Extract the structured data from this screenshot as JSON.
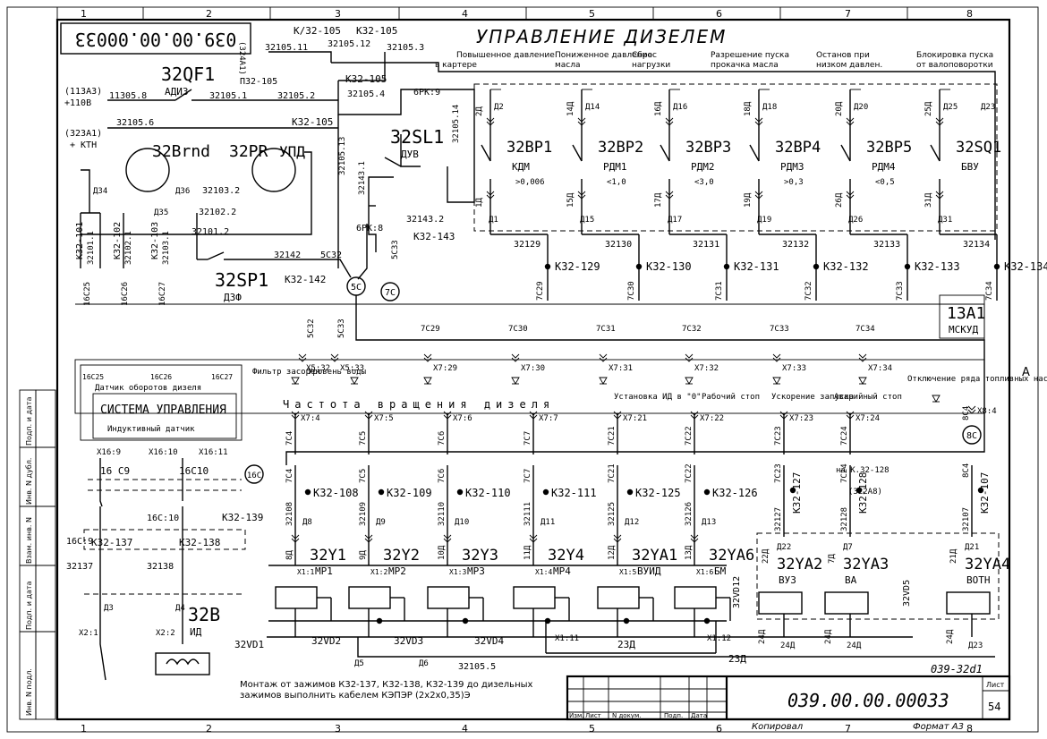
{
  "sheet": {
    "title": "УПРАВЛЕНИЕ ДИЗЕЛЕМ",
    "doc_code_stamp": "039.00.00.00033",
    "doc_code": "039.00.00.00033",
    "drawing_no": "039-32d1",
    "sheet_label": "Лист",
    "sheet_no": "54",
    "copied": "Копировал",
    "format": "Формат А3",
    "title_cols": [
      "Изм.",
      "Лист",
      "N докум.",
      "Подп.",
      "Дата"
    ],
    "zone_numbers": [
      "1",
      "2",
      "3",
      "4",
      "5",
      "6",
      "7",
      "8"
    ],
    "edge_letter": "A",
    "side_stamp": [
      "Подп. и дата",
      "Инв. N дубл.",
      "Взам. инв. N",
      "Подп. и дата",
      "Инв. N подл."
    ],
    "note": "Монтаж от зажимов К32-137, К32-138, К32-139 до дизельных зажимов выполнить кабелем КЭПЭР (2х2х0,35)Э"
  },
  "headers": [
    "Повышенное давление в картере",
    "Пониженное давление масла",
    "Сброс нагрузки",
    "Разрешение пуска прокачка масла",
    "Останов при низком давлен.",
    "Блокировка пуска от валоповоротки"
  ],
  "left_labels": {
    "in1": "(113А3)",
    "in2": "+110В",
    "in3": "(323А1)",
    "in4": "+ КТН",
    "top_ref": "(324А1)"
  },
  "components": {
    "qf1": {
      "name": "32QF1",
      "label": "АДИЗ"
    },
    "brnd": {
      "name": "32Brnd"
    },
    "pr": {
      "name": "32PR",
      "label": "УПД"
    },
    "sl1": {
      "name": "32SL1",
      "label": "ДУВ"
    },
    "sp1": {
      "name": "32SP1",
      "label": "ДЗФ"
    },
    "b": {
      "name": "32B",
      "label": "ИД"
    },
    "a1": {
      "name": "13А1",
      "label": "МСКУД"
    }
  },
  "sensors": [
    {
      "name": "32BP1",
      "label": "КДМ",
      "set": ">0,006",
      "wire": "32129",
      "terminal": "К32-129",
      "out": "7С29",
      "top": "2Д",
      "bot": "1Д",
      "d1": "Д2",
      "d2": "Д1"
    },
    {
      "name": "32BP2",
      "label": "РДМ1",
      "set": "<1,0",
      "wire": "32130",
      "terminal": "К32-130",
      "out": "7С30",
      "top": "14Д",
      "bot": "15Д",
      "d1": "Д14",
      "d2": "Д15"
    },
    {
      "name": "32BP3",
      "label": "РДМ2",
      "set": "<3,0",
      "wire": "32131",
      "terminal": "К32-131",
      "out": "7С31",
      "top": "16Д",
      "bot": "17Д",
      "d1": "Д16",
      "d2": "Д17"
    },
    {
      "name": "32BP4",
      "label": "РДМ3",
      "set": ">0,3",
      "wire": "32132",
      "terminal": "К32-132",
      "out": "7С32",
      "top": "18Д",
      "bot": "19Д",
      "d1": "Д18",
      "d2": "Д19"
    },
    {
      "name": "32BP5",
      "label": "РДМ4",
      "set": "<0,5",
      "wire": "32133",
      "terminal": "К32-133",
      "out": "7С33",
      "top": "20Д",
      "bot": "26Д",
      "d1": "Д20",
      "d2": "Д26"
    },
    {
      "name": "32SQ1",
      "label": "БВУ",
      "set": "",
      "wire": "32134",
      "terminal": "К32-134",
      "out": "7С34",
      "top": "25Д",
      "bot": "31Д",
      "d1": "Д25",
      "d2": "Д31"
    }
  ],
  "inputs_row": [
    "7С29",
    "7С30",
    "7С31",
    "7С32",
    "7С33",
    "7С34"
  ],
  "inputs_x": [
    "Х7:29",
    "Х7:30",
    "Х7:31",
    "Х7:32",
    "Х7:33",
    "Х7:34"
  ],
  "mid_labels": {
    "filter": "Фильтр засорен",
    "water": "Уровень воды",
    "speed": "Частота вращения дизеля",
    "id0": "Установка ИД в \"0\"",
    "work": "Рабочий стоп",
    "accel": "Ускорение запуска",
    "emerg": "Аварийный стоп",
    "pumps": "Отключение ряда топливных насосов",
    "sensor": "Датчик оборотов дизеля",
    "system": "СИСТЕМА УПРАВЛЕНИЯ",
    "inductive": "Индуктивный датчик"
  },
  "outputs": [
    {
      "wire": "7С4",
      "x": "Х7:4",
      "terminal": "К32-108",
      "w2": "32108",
      "d": "8Д",
      "dd": "Д8",
      "coil": "32Y1",
      "label": "МР1",
      "x1": "Х1:1"
    },
    {
      "wire": "7С5",
      "x": "Х7:5",
      "terminal": "К32-109",
      "w2": "32109",
      "d": "9Д",
      "dd": "Д9",
      "coil": "32Y2",
      "label": "МР2",
      "x1": "Х1:2"
    },
    {
      "wire": "7С6",
      "x": "Х7:6",
      "terminal": "К32-110",
      "w2": "32110",
      "d": "10Д",
      "dd": "Д10",
      "coil": "32Y3",
      "label": "МР3",
      "x1": "Х1:3"
    },
    {
      "wire": "7С7",
      "x": "Х7:7",
      "terminal": "К32-111",
      "w2": "32111",
      "d": "11Д",
      "dd": "Д11",
      "coil": "32Y4",
      "label": "МР4",
      "x1": "Х1:4"
    },
    {
      "wire": "7С21",
      "x": "Х7:21",
      "terminal": "К32-125",
      "w2": "32125",
      "d": "12Д",
      "dd": "Д12",
      "coil": "32YA1",
      "label": "ВУИД",
      "x1": "Х1:5"
    },
    {
      "wire": "7С22",
      "x": "Х7:22",
      "terminal": "К32-126",
      "w2": "32126",
      "d": "13Д",
      "dd": "Д13",
      "coil": "32YA6",
      "label": "БМ",
      "x1": "Х1:6"
    }
  ],
  "right_outputs": [
    {
      "wire": "7С23",
      "x": "Х7:23",
      "terminal": "К32-127",
      "w2": "32127",
      "d": "22Д",
      "dd": "Д22",
      "coil": "32YA2",
      "label": "ВУЗ"
    },
    {
      "wire": "7С24",
      "x": "Х7:24",
      "terminal": "К32-128",
      "w2": "32128",
      "d": "7Д",
      "dd": "Д7",
      "coil": "32YA3",
      "label": "ВА"
    },
    {
      "wire": "8С4",
      "x": "Х8:4",
      "terminal": "К32-107",
      "w2": "32107",
      "d": "21Д",
      "dd": "Д21",
      "coil": "32YA4",
      "label": "ВОТН"
    }
  ],
  "misc": {
    "k105a": "К/32-105",
    "k105b": "К32-105",
    "k105c": "К32-105",
    "k105d": "К32-105",
    "w21051": "32105.11",
    "w21052": "32105.12",
    "w21053": "32105.3",
    "w21054": "32105.4",
    "w105_8": "11305.8",
    "w105_1": "32105.1",
    "w105_2": "32105.2",
    "w105_6": "32105.6",
    "p105": "П32-105",
    "w105_13": "32105.13",
    "w105_14": "32105.14",
    "w105_5": "32105.5",
    "prk9": "6РК:9",
    "prk8": "6РК:8",
    "w32143_1": "32143.1",
    "w32143_2": "32143.2",
    "k143": "К32-143",
    "w32103_2": "32103.2",
    "w32102_2": "32102.2",
    "w32101_2": "32101.2",
    "k101": "К32-101",
    "k102": "К32-102",
    "k103": "К32-103",
    "w32101_1": "32101.1",
    "w32102_1": "32102.1",
    "w32103_1": "32103.1",
    "c25": "16С25",
    "c26": "16С26",
    "c27": "16С27",
    "w32142": "32142",
    "k142": "К32-142",
    "c5c32": "5С32",
    "c5c33": "5С33",
    "n5c": "5С",
    "n7c": "7С",
    "n8c": "8С",
    "n16c": "16С",
    "x532": "Х5:32",
    "x533": "Х5:33",
    "x169": "Х16:9",
    "x1610": "Х16:10",
    "x1611": "Х16:11",
    "c169": "16 С9",
    "c1610": "16С10",
    "c9b": "16С:9",
    "c10b": "16С:10",
    "k137": "К32-137",
    "k138": "К32-138",
    "k139": "К32-139",
    "w137": "32137",
    "w138": "32138",
    "d3": "Д3",
    "d4": "Д4",
    "d5": "Д5",
    "d6": "Д6",
    "d23": "Д23",
    "d34": "Д34",
    "d35": "Д35",
    "d36": "Д36",
    "x21": "Х2:1",
    "x22": "Х2:2",
    "x111": "Х1:11",
    "x112": "Х1:12",
    "vd1": "32VD1",
    "vd2": "32VD2",
    "vd3": "32VD3",
    "vd4": "32VD4",
    "vd5": "32VD5",
    "vd12": "32VD12",
    "d23w": "23Д",
    "d24w": "24Д",
    "ref128": "на К.32-128",
    "ref322": "(322А8)"
  }
}
